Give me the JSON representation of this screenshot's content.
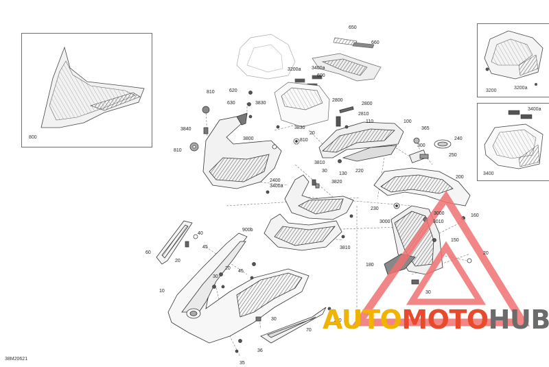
{
  "watermark": {
    "auto": "AUTO",
    "moto": "MOTO",
    "hub": "HUB"
  },
  "drawing_code": "38M20621",
  "insets": {
    "left": {
      "label": "800"
    },
    "top_right": {
      "label_a": "3200",
      "label_b": "3200a"
    },
    "mid_right": {
      "label_a": "3400",
      "label_b": "3400a"
    }
  },
  "callouts": {
    "c650": "650",
    "c660": "660",
    "c3200a": "3200a",
    "c3400a": "3400a",
    "c600": "600",
    "c810a": "810",
    "c620": "620",
    "c630": "630",
    "c3830a": "3830",
    "c3830b": "3830",
    "c3840": "3840",
    "c3800": "3800",
    "c810b": "810",
    "c810c": "810",
    "c20a": "20",
    "c2800a": "2800",
    "c2800b": "2800",
    "c2810": "2810",
    "c110": "110",
    "c100": "100",
    "c365": "365",
    "c300": "300",
    "c240": "240",
    "c250": "250",
    "c3810a": "3810",
    "c30a": "30",
    "c130": "130",
    "c220": "220",
    "c2400": "2400",
    "c3400a_b": "3400a",
    "c3820": "3820",
    "c200": "200",
    "c230": "230",
    "c3000a": "3000",
    "c3000b": "3000",
    "c3010": "3010",
    "c160": "160",
    "c900b": "900b",
    "c3810b": "3810",
    "c150": "150",
    "c40": "40",
    "c45a": "45",
    "c60": "60",
    "c20b": "20",
    "c20c": "20",
    "c30b": "30",
    "c45b": "45",
    "c10": "10",
    "c180": "180",
    "c20d": "20",
    "c30c": "30",
    "c30d": "30",
    "c70": "70",
    "c160b": "160",
    "c36": "36",
    "c35": "35"
  }
}
